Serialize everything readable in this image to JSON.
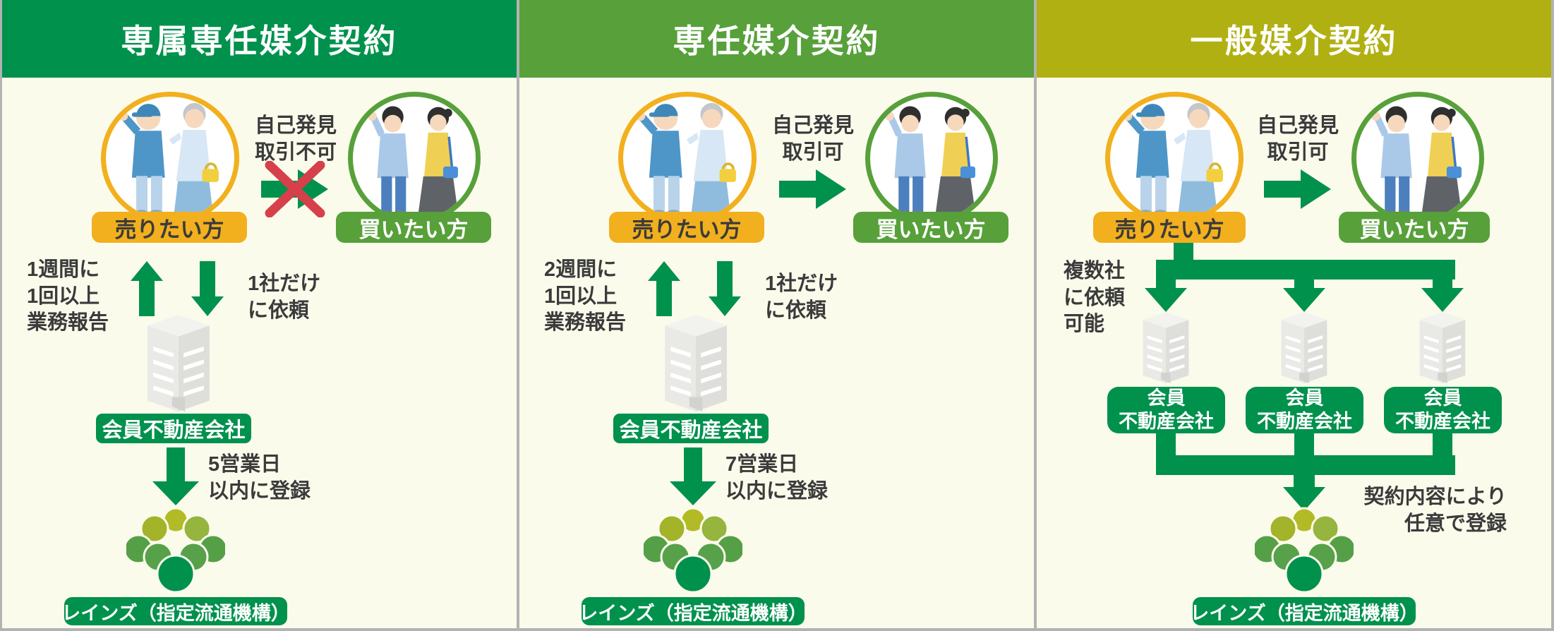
{
  "colors": {
    "dark_green": "#00914d",
    "medium_green": "#57a03a",
    "olive_green": "#b0b012",
    "orange": "#f2b01e",
    "background_cream": "#fbfbec",
    "frame_gray": "#b3b3b3",
    "cross_red": "#d6404a",
    "text_dark": "#3b3b3b"
  },
  "panels": [
    {
      "title": "専属専任媒介契約",
      "seller_label": "売りたい方",
      "buyer_label": "買いたい方",
      "self_discovery_note": [
        "自己発見",
        "取引不可"
      ],
      "self_discovery_allowed": false,
      "report_note": [
        "1週間に",
        "1回以上",
        "業務報告"
      ],
      "request_note": [
        "1社だけ",
        "に依頼"
      ],
      "company_label": "会員不動産会社",
      "register_note": [
        "5営業日",
        "以内に登録"
      ],
      "reins_label": "レインズ（指定流通機構）"
    },
    {
      "title": "専任媒介契約",
      "seller_label": "売りたい方",
      "buyer_label": "買いたい方",
      "self_discovery_note": [
        "自己発見",
        "取引可"
      ],
      "self_discovery_allowed": true,
      "report_note": [
        "2週間に",
        "1回以上",
        "業務報告"
      ],
      "request_note": [
        "1社だけ",
        "に依頼"
      ],
      "company_label": "会員不動産会社",
      "register_note": [
        "7営業日",
        "以内に登録"
      ],
      "reins_label": "レインズ（指定流通機構）"
    },
    {
      "title": "一般媒介契約",
      "seller_label": "売りたい方",
      "buyer_label": "買いたい方",
      "self_discovery_note": [
        "自己発見",
        "取引可"
      ],
      "self_discovery_allowed": true,
      "multi_request_note": [
        "複数社",
        "に依頼",
        "可能"
      ],
      "member_companies": [
        [
          "会員",
          "不動産会社"
        ],
        [
          "会員",
          "不動産会社"
        ],
        [
          "会員",
          "不動産会社"
        ]
      ],
      "optional_register_note": [
        "契約内容により",
        "任意で登録"
      ],
      "reins_label": "レインズ（指定流通機構）"
    }
  ]
}
